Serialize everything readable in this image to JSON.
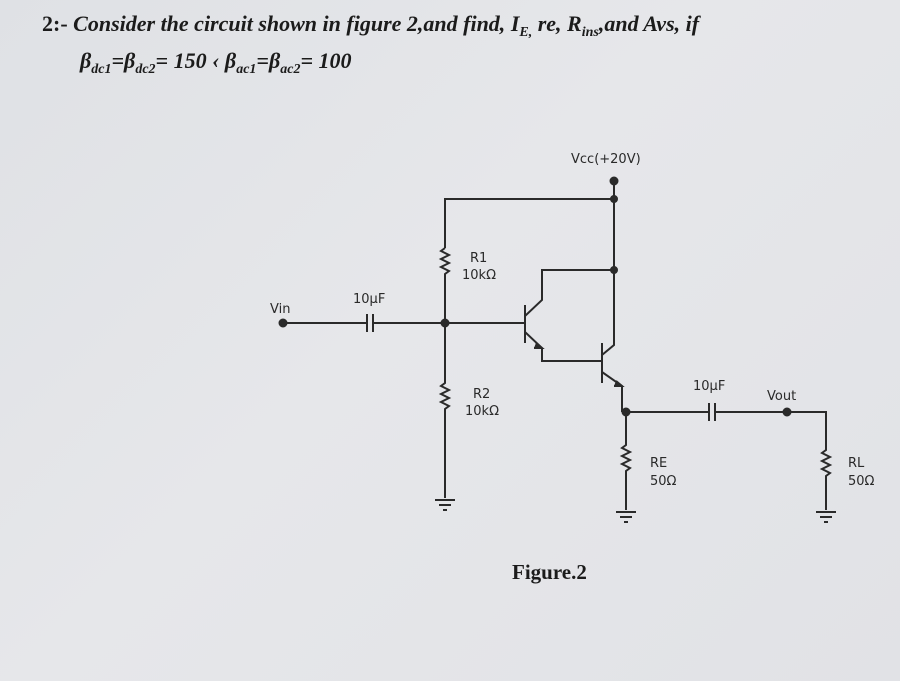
{
  "question": {
    "number": "2:-",
    "text": "Consider the circuit shown in figure 2,and find,",
    "IE_main": "I",
    "IE_sub": "E,",
    "mid": "re, R",
    "Rins_sub": "ins",
    "tail": ",and Avs, if",
    "beta": "β",
    "dc1_sub": "dc1",
    "eq1": "=",
    "dc2_sub": "dc2",
    "val1": "= 150 ‹",
    "ac1_sub": "ac1",
    "ac2_sub": "ac2",
    "val2": "= 100"
  },
  "circuit": {
    "vcc": "Vcc(+20V)",
    "vin": "Vin",
    "c_in": "10µF",
    "r1_name": "R1",
    "r1_value": "10kΩ",
    "r2_name": "R2",
    "r2_value": "10kΩ",
    "c_out": "10µF",
    "vout": "Vout",
    "re_name": "RE",
    "re_value": "50Ω",
    "rl_name": "RL",
    "rl_value": "50Ω"
  },
  "caption": "Figure.2"
}
